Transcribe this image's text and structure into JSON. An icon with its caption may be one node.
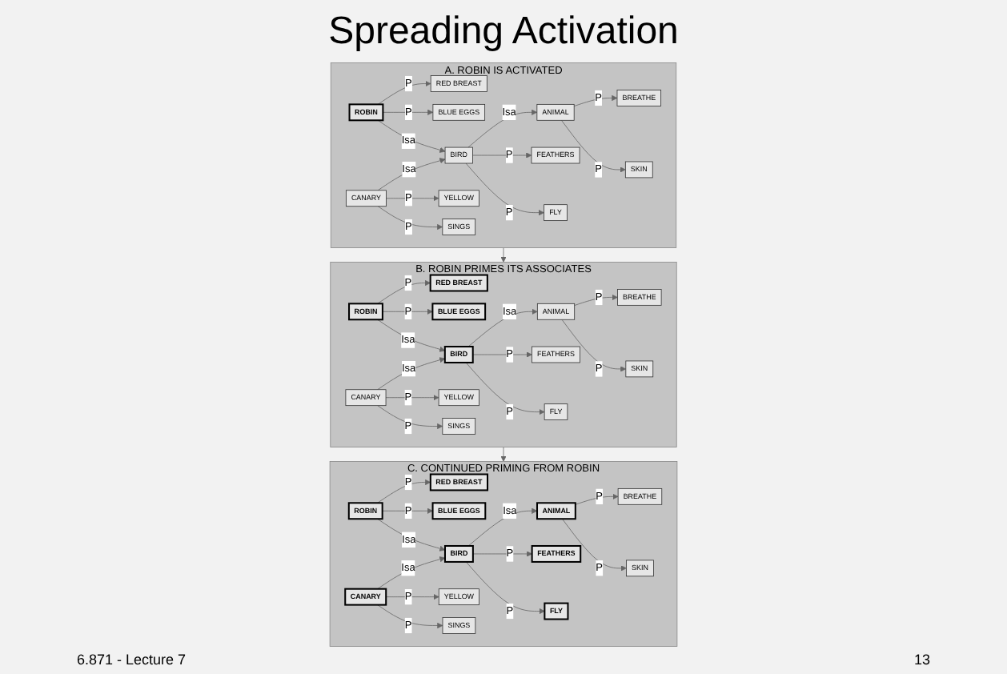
{
  "diagram": {
    "title": "Spreading Activation",
    "nodes": [
      {
        "text": [
          "A. ROBIN IS ACTIVATED"
        ]
      },
      {
        "text": [
          "RED BREAST"
        ],
        "in": 0
      },
      {
        "text": [
          "BLUE EGGS"
        ],
        "in": 0
      },
      {
        "text": [
          "ROBIN"
        ],
        "in": 0
      },
      {
        "text": [
          "BIRD"
        ],
        "in": 0
      },
      {
        "text": [
          "ANIMAL"
        ],
        "in": 0
      },
      {
        "text": [
          "FEATHERS"
        ],
        "in": 0
      },
      {
        "text": [
          "FLY"
        ],
        "in": 0
      },
      {
        "text": [
          "CANARY"
        ],
        "in": 0
      },
      {
        "text": [
          "BREATHE"
        ],
        "in": 0
      },
      {
        "text": [
          "SKIN"
        ],
        "in": 0
      },
      {
        "text": [
          "YELLOW"
        ],
        "in": 0
      },
      {
        "text": [
          "SINGS"
        ],
        "in": 0
      },
      {
        "text": [
          "B. ROBIN PRIMES ITS ASSOCIATES"
        ]
      },
      {
        "text": [
          "RED BREAST"
        ],
        "in": 13
      },
      {
        "text": [
          "BLUE EGGS"
        ],
        "in": 13
      },
      {
        "text": [
          "ROBIN"
        ],
        "in": 13
      },
      {
        "text": [
          "BIRD"
        ],
        "in": 13
      },
      {
        "text": [
          "ANIMAL"
        ],
        "in": 13
      },
      {
        "text": [
          "FEATHERS"
        ],
        "in": 13
      },
      {
        "text": [
          "FLY"
        ],
        "in": 13
      },
      {
        "text": [
          "CANARY"
        ],
        "in": 13
      },
      {
        "text": [
          "BREATHE"
        ],
        "in": 13
      },
      {
        "text": [
          "SKIN"
        ],
        "in": 13
      },
      {
        "text": [
          "YELLOW"
        ],
        "in": 13
      },
      {
        "text": [
          "SINGS"
        ],
        "in": 13
      },
      {
        "text": [
          "C. CONTINUED PRIMING FROM ROBIN"
        ]
      },
      {
        "text": [
          "RED BREAST"
        ],
        "in": 26
      },
      {
        "text": [
          "BLUE EGGS"
        ],
        "in": 26
      },
      {
        "text": [
          "ROBIN"
        ],
        "in": 26
      },
      {
        "text": [
          "BIRD"
        ],
        "in": 26
      },
      {
        "text": [
          "ANIMAL"
        ],
        "in": 26
      },
      {
        "text": [
          "FEATHERS"
        ],
        "in": 26
      },
      {
        "text": [
          "FLY"
        ],
        "in": 26
      },
      {
        "text": [
          "CANARY"
        ],
        "in": 26
      },
      {
        "text": [
          "BREATHE"
        ],
        "in": 26
      },
      {
        "text": [
          "SKIN"
        ],
        "in": 26
      },
      {
        "text": [
          "YELLOW"
        ],
        "in": 26
      },
      {
        "text": [
          "SINGS"
        ],
        "in": 26
      }
    ],
    "edges": [
      {
        "from": 3,
        "to": 1,
        "arrow": "to",
        "label": "P"
      },
      {
        "from": 3,
        "to": 2,
        "arrow": "to",
        "label": "P"
      },
      {
        "from": 3,
        "to": 4,
        "arrow": "to",
        "label": "Isa"
      },
      {
        "from": 4,
        "to": 5,
        "arrow": "to",
        "label": "Isa"
      },
      {
        "from": 4,
        "to": 6,
        "arrow": "to",
        "label": "P"
      },
      {
        "from": 4,
        "to": 7,
        "arrow": "to",
        "label": "P"
      },
      {
        "from": 8,
        "to": 4,
        "arrow": "to",
        "label": "Isa"
      },
      {
        "from": 5,
        "to": 9,
        "arrow": "to",
        "label": "P"
      },
      {
        "from": 5,
        "to": 10,
        "arrow": "to",
        "label": "P"
      },
      {
        "from": 8,
        "to": 11,
        "arrow": "to",
        "label": "P"
      },
      {
        "from": 8,
        "to": 12,
        "arrow": "to",
        "label": "P"
      },
      {
        "from": 16,
        "to": 14,
        "arrow": "to",
        "label": "P"
      },
      {
        "from": 16,
        "to": 15,
        "arrow": "to",
        "label": "P"
      },
      {
        "from": 16,
        "to": 17,
        "arrow": "to",
        "label": "Isa"
      },
      {
        "from": 17,
        "to": 18,
        "arrow": "to",
        "label": "Isa"
      },
      {
        "from": 17,
        "to": 19,
        "arrow": "to",
        "label": "P"
      },
      {
        "from": 17,
        "to": 20,
        "arrow": "to",
        "label": "P"
      },
      {
        "from": 21,
        "to": 17,
        "arrow": "to",
        "label": "Isa"
      },
      {
        "from": 18,
        "to": 22,
        "arrow": "to",
        "label": "P"
      },
      {
        "from": 18,
        "to": 23,
        "arrow": "to",
        "label": "P"
      },
      {
        "from": 21,
        "to": 24,
        "arrow": "to",
        "label": "P"
      },
      {
        "from": 21,
        "to": 25,
        "arrow": "to",
        "label": "P"
      },
      {
        "from": 29,
        "to": 27,
        "arrow": "to",
        "label": "P"
      },
      {
        "from": 29,
        "to": 28,
        "arrow": "to",
        "label": "P"
      },
      {
        "from": 29,
        "to": 30,
        "arrow": "to",
        "label": "Isa"
      },
      {
        "from": 30,
        "to": 31,
        "arrow": "to",
        "label": "Isa"
      },
      {
        "from": 30,
        "to": 32,
        "arrow": "to",
        "label": "P"
      },
      {
        "from": 30,
        "to": 33,
        "arrow": "to",
        "label": "P"
      },
      {
        "from": 34,
        "to": 30,
        "arrow": "to",
        "label": "Isa"
      },
      {
        "from": 31,
        "to": 35,
        "arrow": "to",
        "label": "P"
      },
      {
        "from": 31,
        "to": 36,
        "arrow": "to",
        "label": "P"
      },
      {
        "from": 34,
        "to": 37,
        "arrow": "to",
        "label": "P"
      },
      {
        "from": 34,
        "to": 38,
        "arrow": "to",
        "label": "P"
      },
      {
        "from": 0,
        "to": 13,
        "arrow": "to"
      },
      {
        "from": 13,
        "to": 26,
        "arrow": "to"
      }
    ],
    "labels": [
      "6.871 - Lecture 7",
      "13"
    ]
  }
}
